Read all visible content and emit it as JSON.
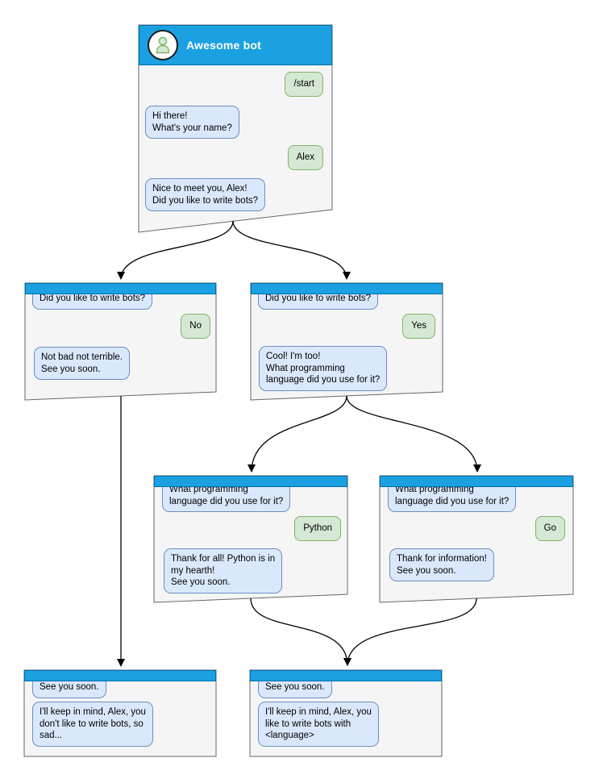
{
  "colors": {
    "header_blue": "#1ba1e2",
    "header_border": "#006eaf",
    "window_fill": "#f5f5f5",
    "window_border": "#666666",
    "bot_bubble_fill": "#dae8fc",
    "bot_bubble_border": "#6c8ebf",
    "user_bubble_fill": "#d5e8d4",
    "user_bubble_border": "#82b366",
    "arrow_color": "#000000"
  },
  "windows": [
    {
      "id": "main",
      "title": "Awesome bot",
      "avatar_icon": "person-icon",
      "messages": [
        {
          "from": "user",
          "text": "/start"
        },
        {
          "from": "bot",
          "text": "Hi there!\nWhat's your name?"
        },
        {
          "from": "user",
          "text": "Alex"
        },
        {
          "from": "bot",
          "text": "Nice to meet you, Alex!\nDid you like to write bots?"
        }
      ]
    },
    {
      "id": "branch-no",
      "messages": [
        {
          "from": "bot",
          "text": "Did you like to write bots?"
        },
        {
          "from": "user",
          "text": "No"
        },
        {
          "from": "bot",
          "text": "Not bad not terrible.\nSee you soon."
        }
      ]
    },
    {
      "id": "branch-yes",
      "messages": [
        {
          "from": "bot",
          "text": "Did you like to write bots?"
        },
        {
          "from": "user",
          "text": "Yes"
        },
        {
          "from": "bot",
          "text": "Cool! I'm too!\nWhat programming\nlanguage did you use for it?"
        }
      ]
    },
    {
      "id": "branch-python",
      "messages": [
        {
          "from": "bot",
          "text": "What programming\nlanguage did you use for it?"
        },
        {
          "from": "user",
          "text": "Python"
        },
        {
          "from": "bot",
          "text": "Thank for all! Python is in\nmy hearth!\nSee you soon."
        }
      ]
    },
    {
      "id": "branch-go",
      "messages": [
        {
          "from": "bot",
          "text": "What programming\nlanguage did you use for it?"
        },
        {
          "from": "user",
          "text": "Go"
        },
        {
          "from": "bot",
          "text": "Thank for information!\nSee you soon."
        }
      ]
    },
    {
      "id": "end-no",
      "messages": [
        {
          "from": "bot",
          "text": "See you soon."
        },
        {
          "from": "bot",
          "text": "I'll keep in mind, Alex, you\ndon't like to write bots, so\nsad..."
        }
      ]
    },
    {
      "id": "end-yes",
      "messages": [
        {
          "from": "bot",
          "text": "See you soon."
        },
        {
          "from": "bot",
          "text": "I'll keep in mind, Alex, you\nlike to write bots with\n<language>"
        }
      ]
    }
  ]
}
